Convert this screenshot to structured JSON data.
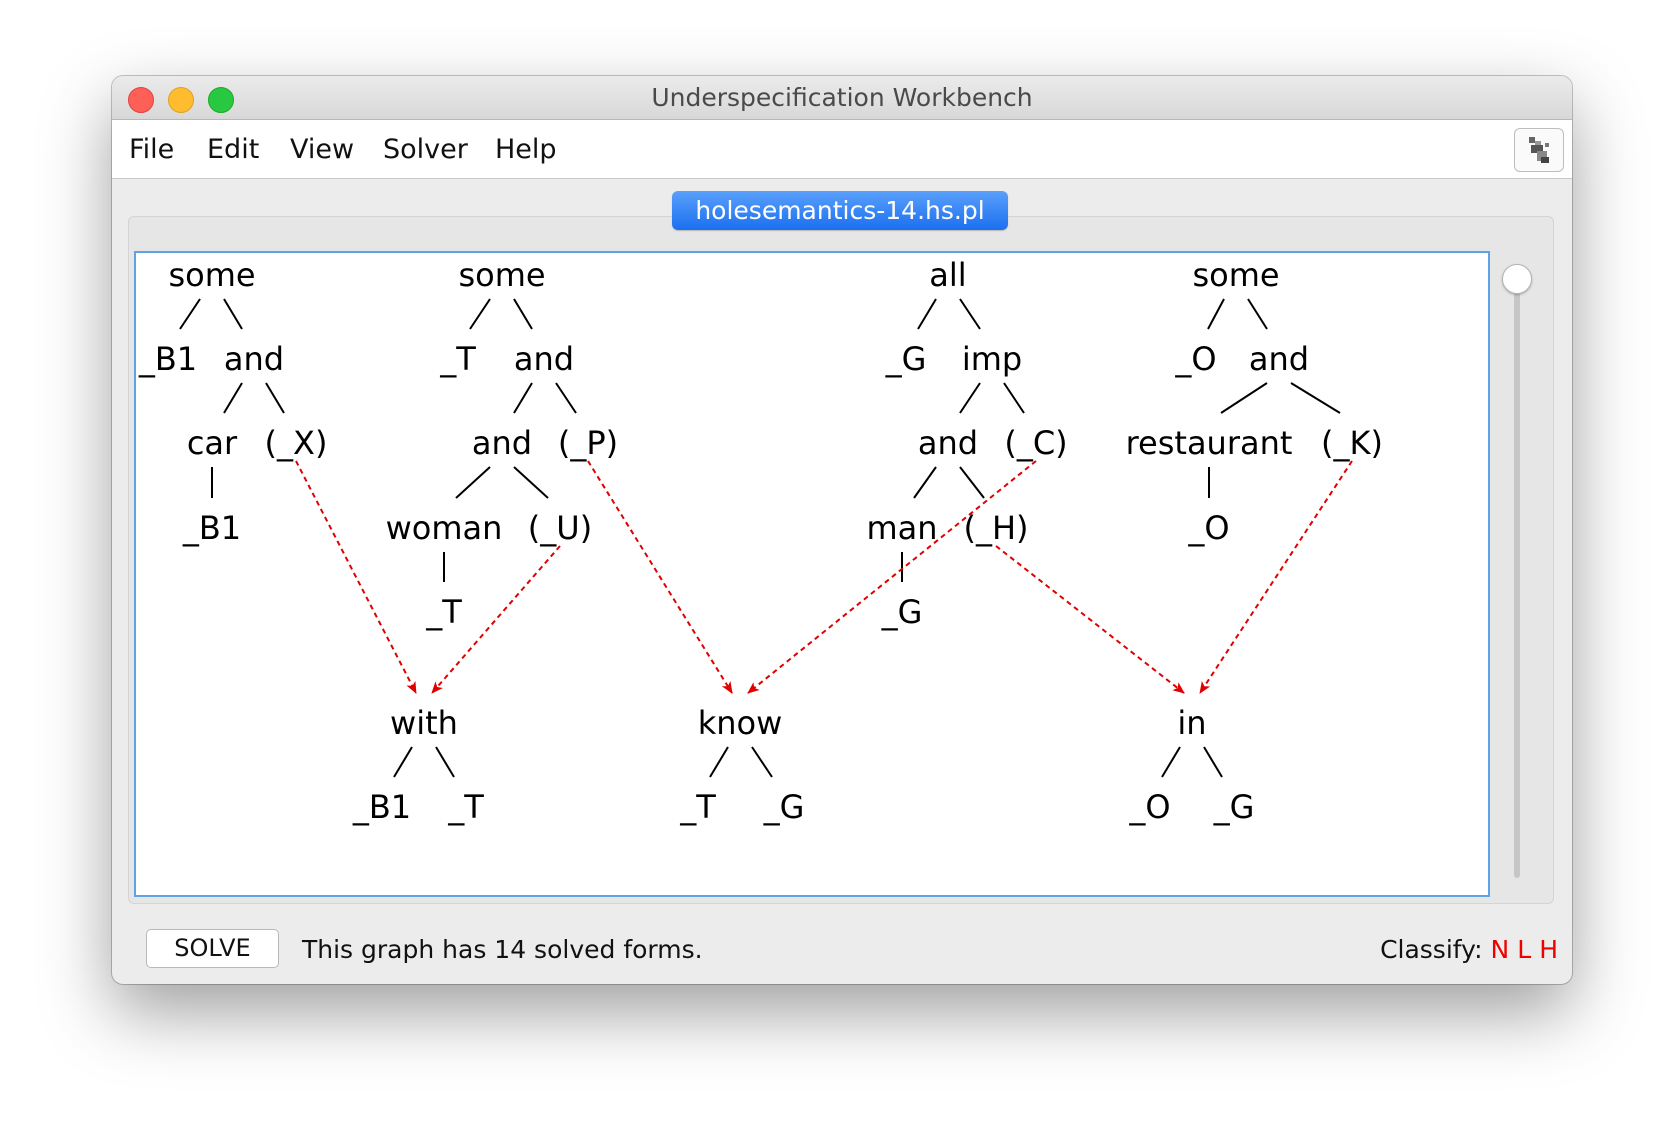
{
  "window": {
    "title": "Underspecification Workbench"
  },
  "menu": {
    "items": [
      "File",
      "Edit",
      "View",
      "Solver",
      "Help"
    ]
  },
  "toolbar": {
    "icon": "broom-icon"
  },
  "tab": {
    "label": "holesemantics-14.hs.pl"
  },
  "graph": {
    "nodes": [
      {
        "id": "s1",
        "label": "some"
      },
      {
        "id": "b1a",
        "label": "_B1"
      },
      {
        "id": "and1",
        "label": "and"
      },
      {
        "id": "car",
        "label": "car"
      },
      {
        "id": "x",
        "label": "(_X)"
      },
      {
        "id": "b1b",
        "label": "_B1"
      },
      {
        "id": "s2",
        "label": "some"
      },
      {
        "id": "t1",
        "label": "_T"
      },
      {
        "id": "and2",
        "label": "and"
      },
      {
        "id": "and3",
        "label": "and"
      },
      {
        "id": "p",
        "label": "(_P)"
      },
      {
        "id": "woman",
        "label": "woman"
      },
      {
        "id": "u",
        "label": "(_U)"
      },
      {
        "id": "t2",
        "label": "_T"
      },
      {
        "id": "all",
        "label": "all"
      },
      {
        "id": "g1",
        "label": "_G"
      },
      {
        "id": "imp",
        "label": "imp"
      },
      {
        "id": "and4",
        "label": "and"
      },
      {
        "id": "c",
        "label": "(_C)"
      },
      {
        "id": "man",
        "label": "man"
      },
      {
        "id": "h",
        "label": "(_H)"
      },
      {
        "id": "g2",
        "label": "_G"
      },
      {
        "id": "s3",
        "label": "some"
      },
      {
        "id": "o1",
        "label": "_O"
      },
      {
        "id": "and5",
        "label": "and"
      },
      {
        "id": "rest",
        "label": "restaurant"
      },
      {
        "id": "k",
        "label": "(_K)"
      },
      {
        "id": "o2",
        "label": "_O"
      },
      {
        "id": "with",
        "label": "with"
      },
      {
        "id": "b1c",
        "label": "_B1"
      },
      {
        "id": "t3",
        "label": "_T"
      },
      {
        "id": "know",
        "label": "know"
      },
      {
        "id": "t4",
        "label": "_T"
      },
      {
        "id": "g3",
        "label": "_G"
      },
      {
        "id": "in",
        "label": "in"
      },
      {
        "id": "o3",
        "label": "_O"
      },
      {
        "id": "g4",
        "label": "_G"
      }
    ],
    "tree_edges": [
      [
        "s1",
        "b1a"
      ],
      [
        "s1",
        "and1"
      ],
      [
        "and1",
        "car"
      ],
      [
        "and1",
        "x"
      ],
      [
        "car",
        "b1b"
      ],
      [
        "s2",
        "t1"
      ],
      [
        "s2",
        "and2"
      ],
      [
        "and2",
        "and3"
      ],
      [
        "and2",
        "p"
      ],
      [
        "and3",
        "woman"
      ],
      [
        "and3",
        "u"
      ],
      [
        "woman",
        "t2"
      ],
      [
        "all",
        "g1"
      ],
      [
        "all",
        "imp"
      ],
      [
        "imp",
        "and4"
      ],
      [
        "imp",
        "c"
      ],
      [
        "and4",
        "man"
      ],
      [
        "and4",
        "h"
      ],
      [
        "man",
        "g2"
      ],
      [
        "s3",
        "o1"
      ],
      [
        "s3",
        "and5"
      ],
      [
        "and5",
        "rest"
      ],
      [
        "and5",
        "k"
      ],
      [
        "rest",
        "o2"
      ],
      [
        "with",
        "b1c"
      ],
      [
        "with",
        "t3"
      ],
      [
        "know",
        "t4"
      ],
      [
        "know",
        "g3"
      ],
      [
        "in",
        "o3"
      ],
      [
        "in",
        "g4"
      ]
    ],
    "dominance_edges": [
      [
        "x",
        "with"
      ],
      [
        "u",
        "with"
      ],
      [
        "p",
        "know"
      ],
      [
        "c",
        "know"
      ],
      [
        "h",
        "in"
      ],
      [
        "k",
        "in"
      ]
    ],
    "edge_color": "#000000",
    "dominance_color": "#e00000"
  },
  "bottom": {
    "solve_label": "SOLVE",
    "status": "This graph has 14 solved forms.",
    "classify_label": "Classify:",
    "classify_flags": [
      "N",
      "L",
      "H"
    ],
    "flag_color": "#f20000"
  }
}
